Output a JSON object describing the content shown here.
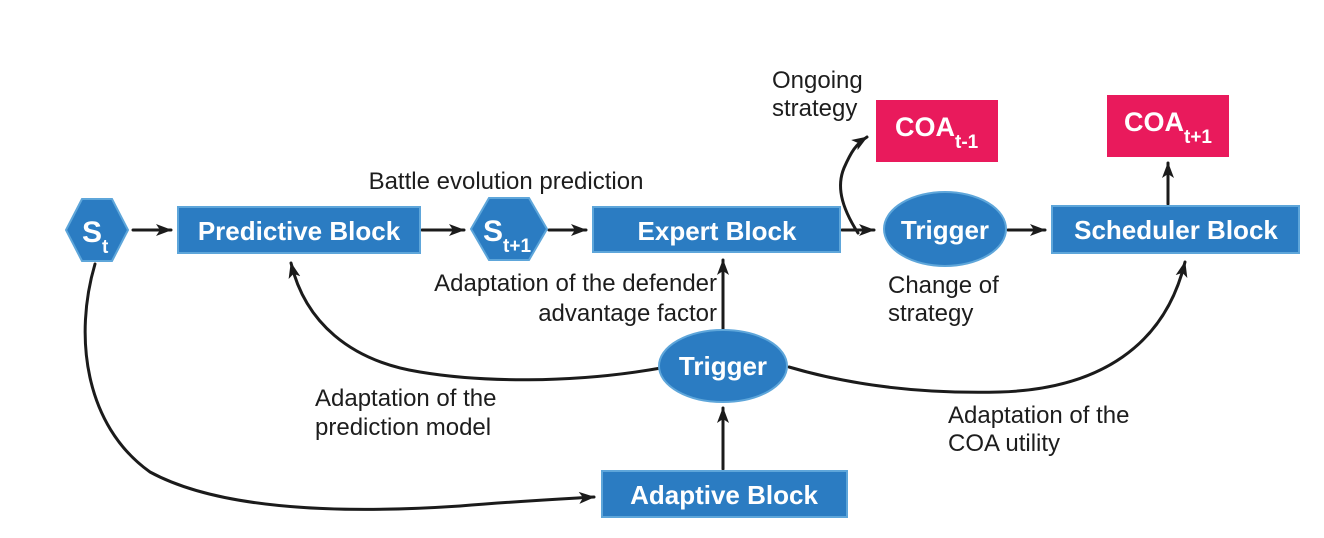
{
  "figure": {
    "background": "#ffffff",
    "colors": {
      "node_blue": "#2b7cc2",
      "node_blue_border": "#5ea6da",
      "coa_pink": "#e91a5c",
      "arrow": "#1b1b1b",
      "label_text": "#1d1d1d",
      "node_text": "#ffffff"
    }
  },
  "nodes": {
    "state_t": {
      "main": "S",
      "sub": "t"
    },
    "state_t_plus_1": {
      "main": "S",
      "sub": "t+1"
    },
    "predictive_block": {
      "label": "Predictive Block"
    },
    "expert_block": {
      "label": "Expert Block"
    },
    "scheduler_block": {
      "label": "Scheduler Block"
    },
    "adaptive_block": {
      "label": "Adaptive Block"
    },
    "trigger_top": {
      "label": "Trigger"
    },
    "trigger_mid": {
      "label": "Trigger"
    },
    "coa_t_minus_1": {
      "main": "COA",
      "sub": "t-1"
    },
    "coa_t_plus_1": {
      "main": "COA",
      "sub": "t+1"
    }
  },
  "annotations": {
    "battle_evolution": {
      "line1": "Battle evolution prediction"
    },
    "ongoing_strategy": {
      "line1": "Ongoing",
      "line2": "strategy"
    },
    "change_of_strategy": {
      "line1": "Change of",
      "line2": "strategy"
    },
    "defender_advantage": {
      "line1": "Adaptation of the defender",
      "line2": "advantage factor"
    },
    "prediction_model": {
      "line1": "Adaptation of the",
      "line2": "prediction model"
    },
    "coa_utility": {
      "line1": "Adaptation of the",
      "line2": "COA utility"
    }
  }
}
